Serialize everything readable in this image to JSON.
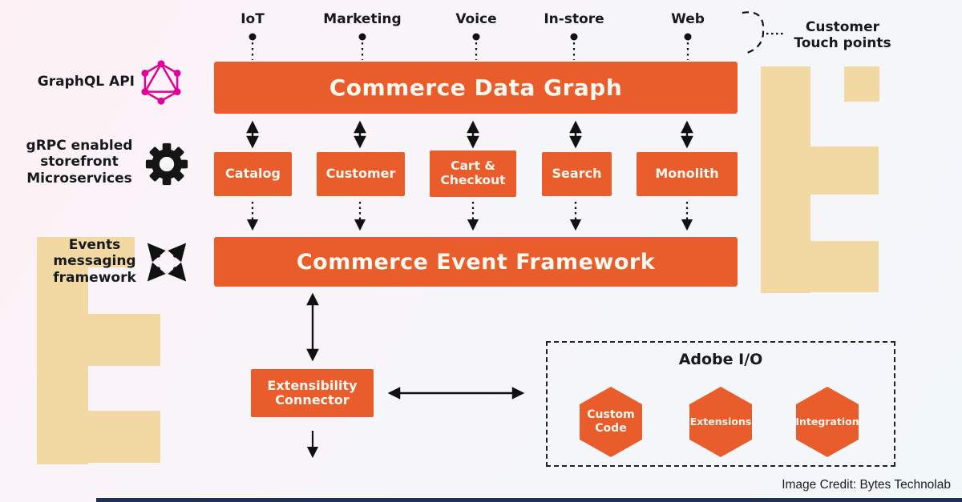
{
  "touchpoints": {
    "label": "Customer Touch points",
    "items": [
      "IoT",
      "Marketing",
      "Voice",
      "In-store",
      "Web"
    ]
  },
  "title_bars": {
    "data_graph": "Commerce Data Graph",
    "event_framework": "Commerce Event Framework",
    "connector": "Extensibility Connector"
  },
  "services": [
    "Catalog",
    "Customer",
    "Cart & Checkout",
    "Search",
    "Monolith"
  ],
  "side_labels": {
    "graphql": "GraphQL API",
    "grpc": "gRPC enabled storefront Microservices",
    "events": "Events messaging framework"
  },
  "adobe_io": {
    "title": "Adobe I/O",
    "hexagons": [
      "Custom Code",
      "Extensions",
      "Integration"
    ]
  },
  "credit": "Image Credit: Bytes Technolab",
  "icons": {
    "graphql": "graphql-logo-icon",
    "gear": "gear-icon",
    "expand": "four-diagonal-arrows-icon",
    "brace": "dashed-brace-icon"
  },
  "colors": {
    "orange": "#E95C2B",
    "tan": "#F2D9A3",
    "graphql_pink": "#E10098",
    "arrow_black": "#111111",
    "navy_bar": "#223056"
  }
}
